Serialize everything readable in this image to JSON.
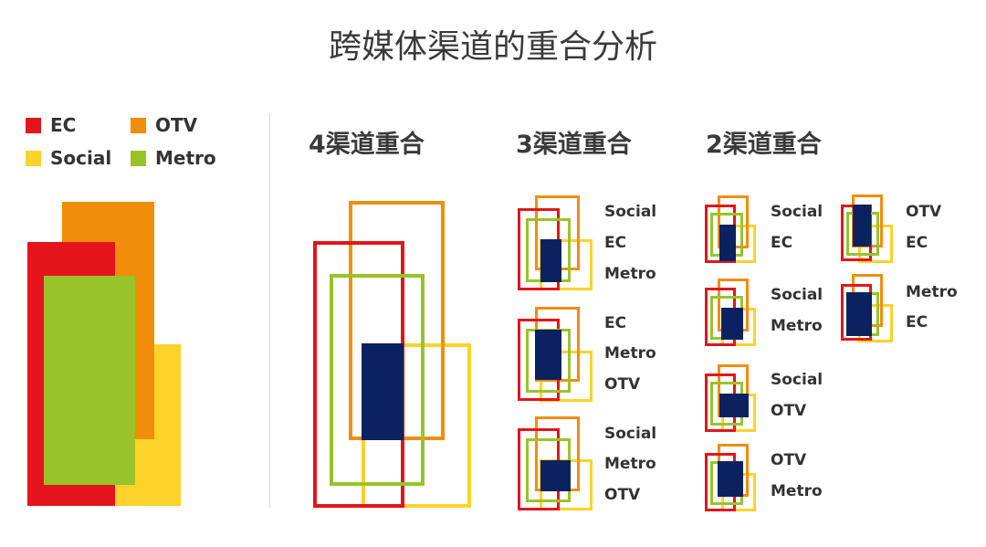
{
  "title": "跨媒体渠道的重合分析",
  "colors": {
    "ec": "#e3151a",
    "otv": "#f08e0c",
    "social": "#fdd22a",
    "metro": "#99c32a",
    "overlap": "#0c2260"
  },
  "legend": [
    {
      "label": "EC",
      "key": "ec"
    },
    {
      "label": "OTV",
      "key": "otv"
    },
    {
      "label": "Social",
      "key": "social"
    },
    {
      "label": "Metro",
      "key": "metro"
    }
  ],
  "sections": {
    "four": {
      "title": "4渠道重合"
    },
    "three": {
      "title": "3渠道重合",
      "groups": [
        {
          "labels": [
            "Social",
            "EC",
            "Metro"
          ]
        },
        {
          "labels": [
            "EC",
            "Metro",
            "OTV"
          ]
        },
        {
          "labels": [
            "Social",
            "Metro",
            "OTV"
          ]
        }
      ]
    },
    "two": {
      "title": "2渠道重合",
      "groups": [
        {
          "labels": [
            "Social",
            "EC"
          ]
        },
        {
          "labels": [
            "OTV",
            "EC"
          ]
        },
        {
          "labels": [
            "Social",
            "Metro"
          ]
        },
        {
          "labels": [
            "Metro",
            "EC"
          ]
        },
        {
          "labels": [
            "Social",
            "OTV"
          ]
        },
        {
          "labels": [
            "OTV",
            "Metro"
          ]
        }
      ]
    }
  }
}
